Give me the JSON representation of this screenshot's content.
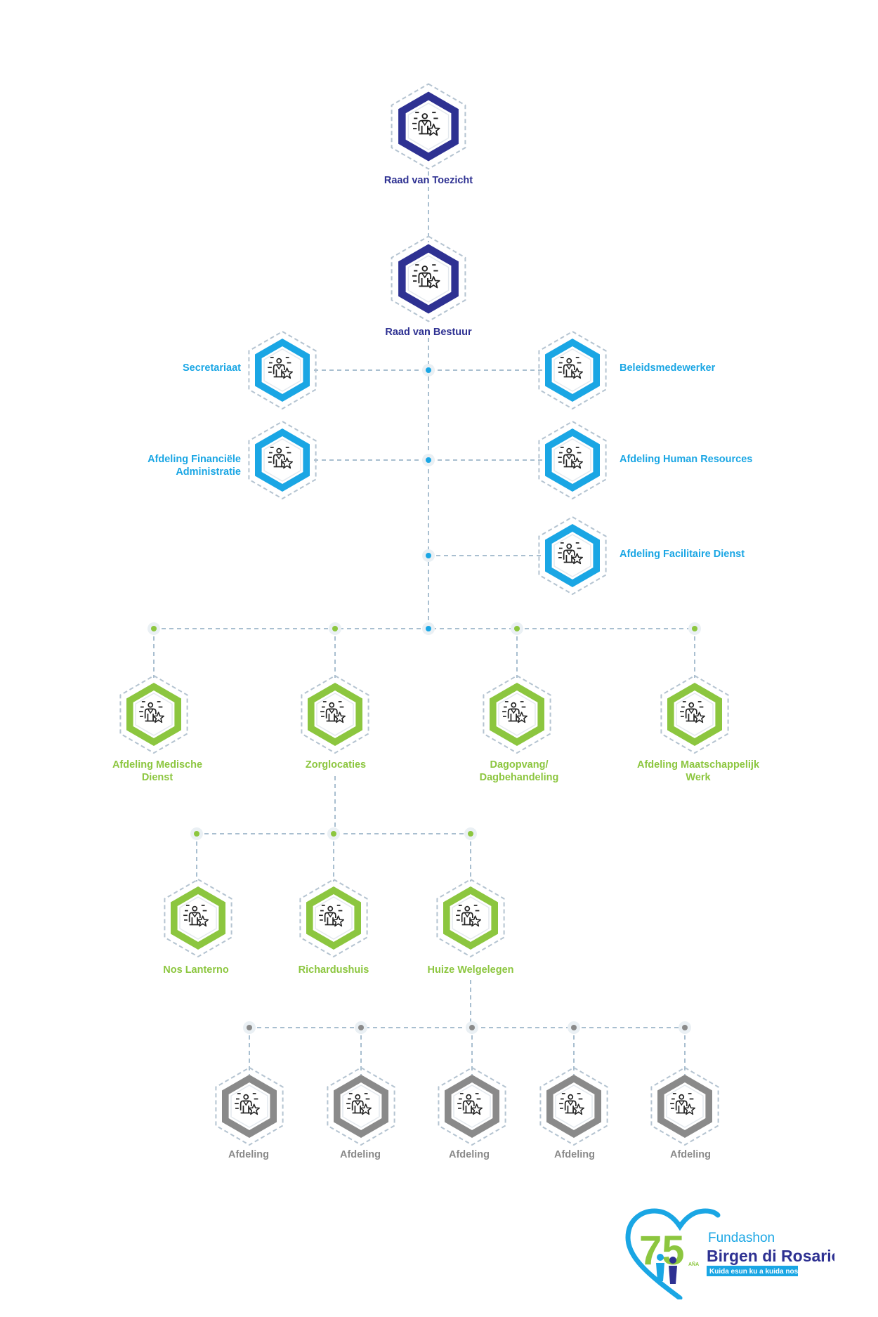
{
  "colors": {
    "navy": "#2e3192",
    "blue": "#1aa6e4",
    "green": "#8cc63f",
    "gray": "#8a8a8a",
    "connector": "#a9bfd0",
    "logo_green": "#8cc63f",
    "logo_blue": "#1aa6e4",
    "logo_navy": "#2e3192"
  },
  "icons": {
    "node": "person-star-icon"
  },
  "nodes": {
    "raad_toezicht": "Raad van Toezicht",
    "raad_bestuur": "Raad van Bestuur",
    "secretariaat": "Secretariaat",
    "beleidsmedewerker": "Beleidsmedewerker",
    "financiele_line1": "Afdeling Financiële",
    "financiele_line2": "Administratie",
    "human_resources": "Afdeling Human Resources",
    "facilitaire": "Afdeling Facilitaire Dienst",
    "medische_line1": "Afdeling Medische",
    "medische_line2": "Dienst",
    "zorglocaties": "Zorglocaties",
    "dagopvang_line1": "Dagopvang/",
    "dagopvang_line2": "Dagbehandeling",
    "maatschappelijk_line1": "Afdeling Maatschappelijk",
    "maatschappelijk_line2": "Werk",
    "nos_lanterno": "Nos Lanterno",
    "richardushuis": "Richardushuis",
    "huize_welgelegen": "Huize Welgelegen",
    "afdelingen": [
      "Afdeling",
      "Afdeling",
      "Afdeling",
      "Afdeling",
      "Afdeling"
    ]
  },
  "logo": {
    "number": "75",
    "small": "AÑA",
    "line1": "Fundashon",
    "line2": "Birgen di Rosario",
    "tagline": "Kuida esun ku a kuida nos"
  }
}
